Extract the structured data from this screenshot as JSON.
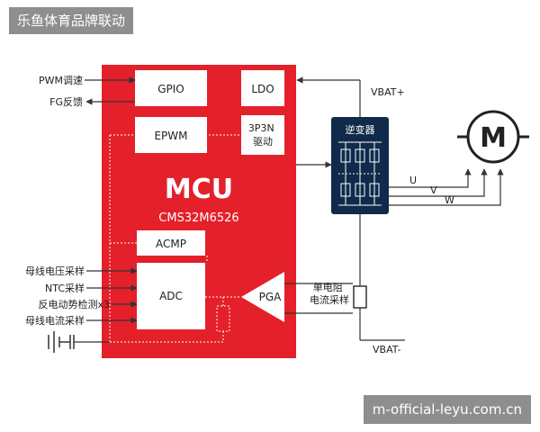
{
  "overlay": {
    "brand": "乐鱼体育品牌联动",
    "site": "m-official-leyu.com.cn"
  },
  "colors": {
    "mcu_red": "#E4202A",
    "module_white": "#ffffff",
    "inverter_navy": "#0f2a4a",
    "line": "#333333"
  },
  "mcu": {
    "title": "MCU",
    "model": "CMS32M6526",
    "blocks": {
      "gpio": "GPIO",
      "ldo": "LDO",
      "epwm": "EPWM",
      "drive": "3P3N\n驱动",
      "acmp": "ACMP",
      "adc": "ADC",
      "pga": "PGA"
    }
  },
  "signals": {
    "pwm_in": "PWM调速",
    "fg_out": "FG反馈",
    "bus_voltage": "母线电压采样",
    "ntc": "NTC采样",
    "back_emf": "反电动势检测x3",
    "bus_current": "母线电流采样"
  },
  "power": {
    "vbat_pos": "VBAT+",
    "vbat_neg": "VBAT-"
  },
  "inverter": {
    "title": "逆变器"
  },
  "shunt": {
    "label": "单电阻\n电流采样"
  },
  "phases": [
    "U",
    "V",
    "W"
  ],
  "motor": {
    "symbol": "M"
  }
}
